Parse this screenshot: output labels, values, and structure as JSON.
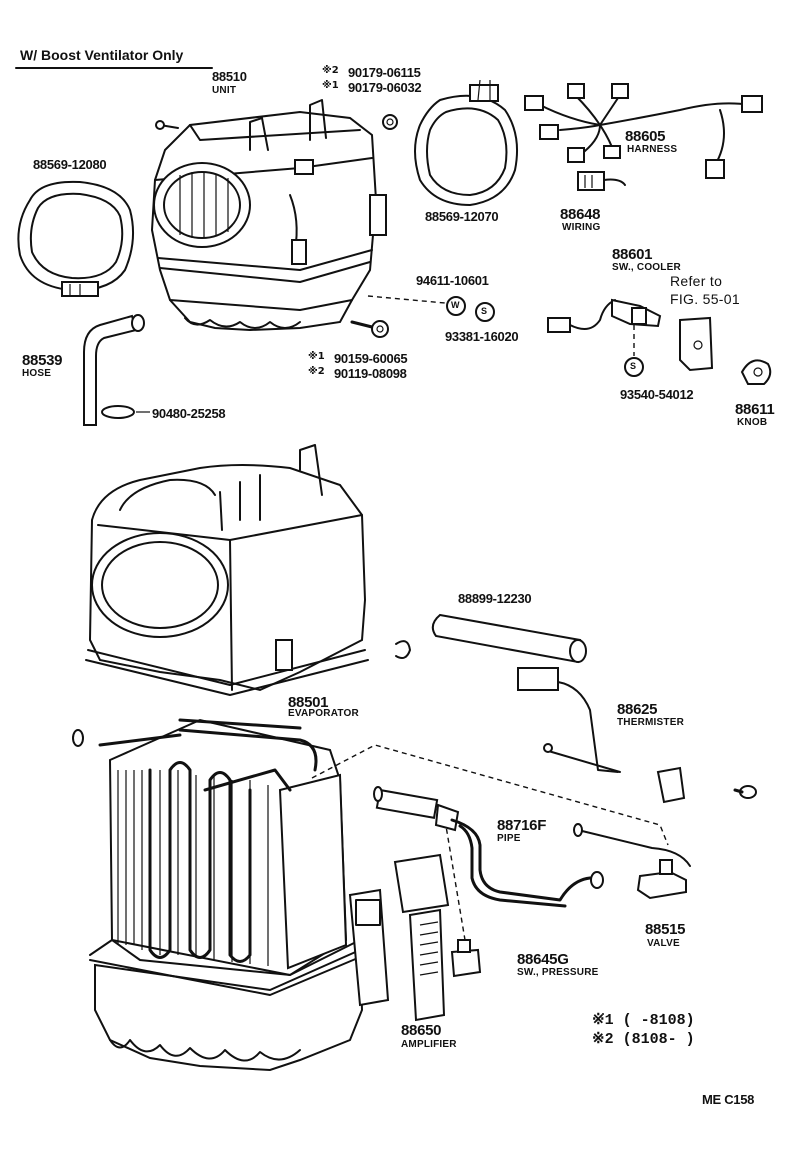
{
  "header": {
    "title": "W/ Boost Ventilator Only"
  },
  "parts": {
    "unit": {
      "number": "88510",
      "name": "UNIT"
    },
    "screw_a1": {
      "mark": "※2",
      "number": "90179-06115"
    },
    "screw_a2": {
      "mark": "※1",
      "number": "90179-06032"
    },
    "ring_left": {
      "number": "88569-12080"
    },
    "ring_right": {
      "number": "88569-12070"
    },
    "harness": {
      "number": "88605",
      "name": "HARNESS"
    },
    "wiring": {
      "number": "88648",
      "name": "WIRING"
    },
    "washer_w": {
      "number": "94611-10601"
    },
    "washer_s": {
      "number": "93381-16020"
    },
    "switch_cooler": {
      "number": "88601",
      "name": "SW., COOLER"
    },
    "refer": {
      "line1": "Refer to",
      "line2": "FIG. 55-01"
    },
    "hose": {
      "number": "88539",
      "name": "HOSE"
    },
    "grommet": {
      "number": "90480-25258"
    },
    "bolt_b1": {
      "mark": "※1",
      "number": "90159-60065"
    },
    "bolt_b2": {
      "mark": "※2",
      "number": "90119-08098"
    },
    "clip_s": {
      "number": "93540-54012"
    },
    "knob": {
      "number": "88611",
      "name": "KNOB"
    },
    "tube": {
      "number": "88899-12230"
    },
    "thermister": {
      "number": "88625",
      "name": "THERMISTER"
    },
    "evaporator": {
      "number": "88501",
      "name": "EVAPORATOR"
    },
    "pipe": {
      "number": "88716F",
      "name": "PIPE"
    },
    "valve": {
      "number": "88515",
      "name": "VALVE"
    },
    "sw_pressure": {
      "number": "88645G",
      "name": "SW., PRESSURE"
    },
    "amplifier": {
      "number": "88650",
      "name": "AMPLIFIER"
    }
  },
  "legend": {
    "row1": "※1 (     -8108)",
    "row2": "※2 (8108-     )"
  },
  "footer": {
    "code": "ME  C158"
  },
  "symbols": {
    "w": "W",
    "s1": "S",
    "s2": "S"
  }
}
